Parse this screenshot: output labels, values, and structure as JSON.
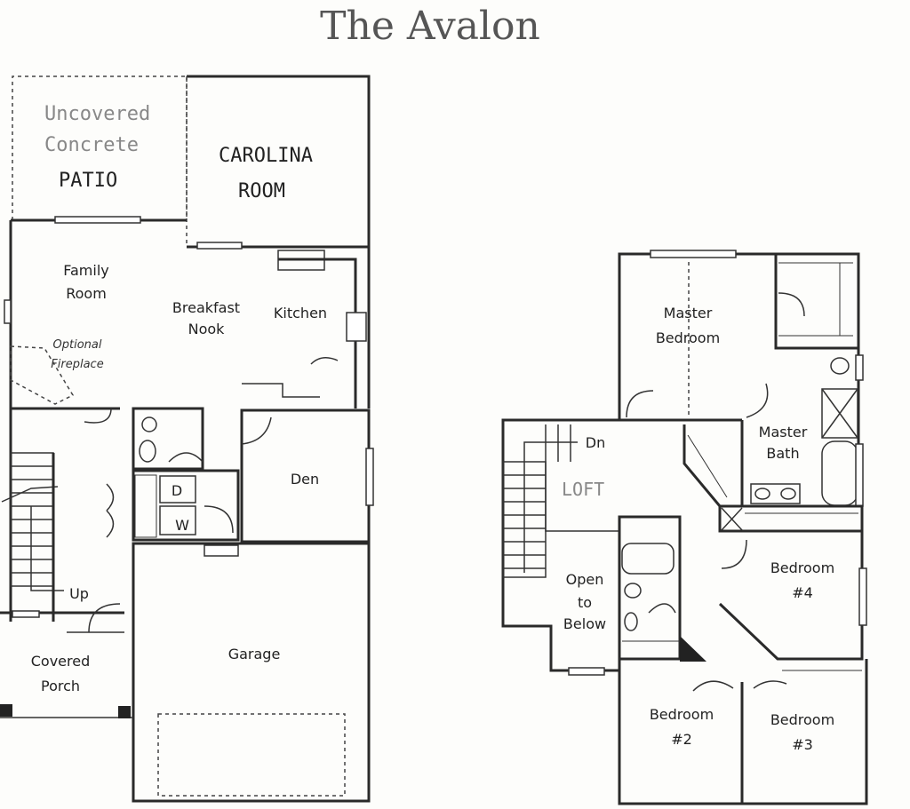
{
  "title": "The Avalon",
  "first_floor": {
    "patio": [
      "Uncovered",
      "Concrete",
      "PATIO"
    ],
    "carolina_room": [
      "CAROLINA",
      "ROOM"
    ],
    "family_room": [
      "Family",
      "Room"
    ],
    "breakfast_nook": [
      "Breakfast",
      "Nook"
    ],
    "kitchen": "Kitchen",
    "fireplace": [
      "Optional",
      "Fireplace"
    ],
    "den": "Den",
    "dryer": "D",
    "washer": "W",
    "stairs_up": "Up",
    "covered_porch": [
      "Covered",
      "Porch"
    ],
    "garage": "Garage"
  },
  "second_floor": {
    "master_bedroom": [
      "Master",
      "Bedroom"
    ],
    "master_bath": [
      "Master",
      "Bath"
    ],
    "stairs_down": "Dn",
    "loft": "LOFT",
    "open_to_below": [
      "Open",
      "to",
      "Below"
    ],
    "bedroom4": [
      "Bedroom",
      "#4"
    ],
    "bedroom2": [
      "Bedroom",
      "#2"
    ],
    "bedroom3": [
      "Bedroom",
      "#3"
    ]
  }
}
